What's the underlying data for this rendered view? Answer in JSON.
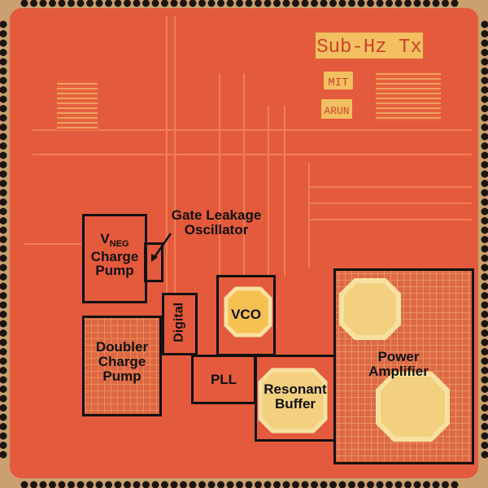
{
  "chip_marking": {
    "title": "Sub-Hz Tx",
    "logo": "MIT",
    "author": "ARUN"
  },
  "blocks": {
    "vneg_pump": {
      "v": "V",
      "sub": "NEG",
      "line2": "Charge",
      "line3": "Pump"
    },
    "gate_leakage": {
      "line1": "Gate Leakage",
      "line2": "Oscillator"
    },
    "digital": "Digital",
    "doubler": {
      "line1": "Doubler",
      "line2": "Charge",
      "line3": "Pump"
    },
    "vco": "VCO",
    "pll": "PLL",
    "resonant_buffer": {
      "line1": "Resonant",
      "line2": "Buffer"
    },
    "power_amplifier": {
      "line1": "Power",
      "line2": "Amplifier"
    }
  },
  "colors": {
    "die": "#e35a3c",
    "metal": "#f2c060",
    "pad": "#1c1410",
    "outline": "#111111"
  }
}
